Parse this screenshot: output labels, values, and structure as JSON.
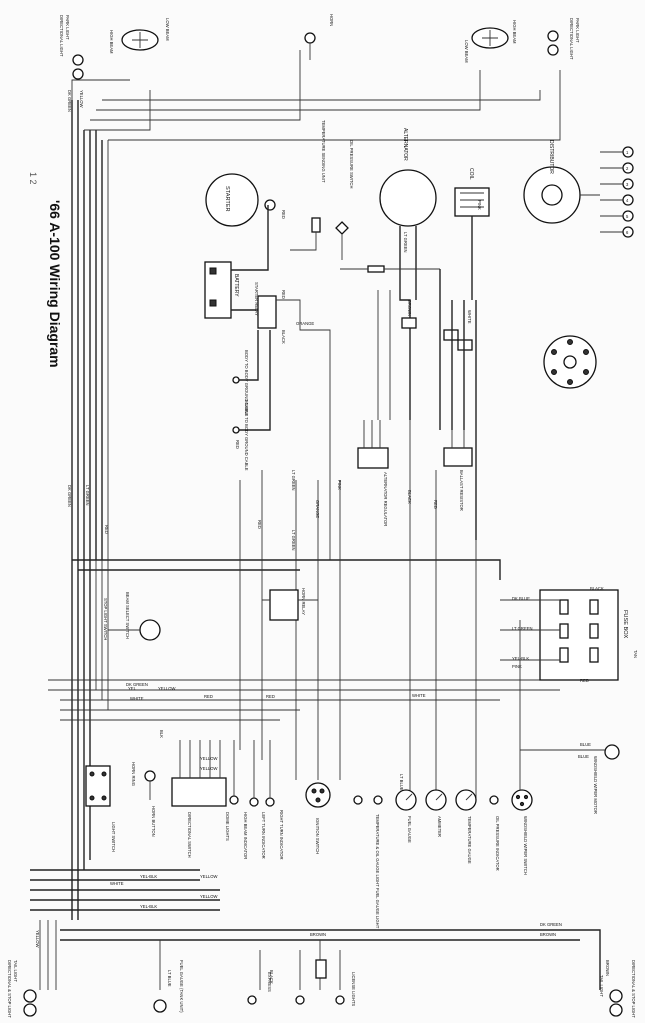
{
  "title": "'66 A-100 Wiring Diagram",
  "corner_mark": "1 2",
  "components": {
    "directional_light": "DIRECTIONAL LIGHT",
    "park_light": "PARK LIGHT",
    "high_beam": "HIGH BEAM",
    "low_beam": "LOW BEAM",
    "horn": "HORN",
    "starter": "STARTER",
    "battery": "BATTERY",
    "starter_relay": "STARTER RELAY",
    "body_ground": "BODY TO BODY GROUND CABLE",
    "engine_ground": "ENGINE TO BODY GROUND CABLE",
    "temp_sending": "TEMPERATURE SENDING UNIT",
    "oil_switch": "OIL PRESSURE SWITCH",
    "alternator": "ALTERNATOR",
    "coil": "COIL",
    "distributor": "DISTRIBUTOR",
    "alt_regulator": "ALTERNATOR REGULATOR",
    "ballast_resistor": "BALLAST RESISTOR",
    "horn_relay": "HORN RELAY",
    "fuse_box": "FUSE BOX",
    "beam_select_switch": "BEAM SELECT SWITCH",
    "stop_light_switch": "STOP LIGHT SWITCH",
    "horn_ring": "HORN RING",
    "horn_button": "HORN BUTTON",
    "light_switch": "LIGHT SWITCH",
    "directional_switch": "DIRECTIONAL SWITCH",
    "dome_lights": "DOME LIGHTS",
    "high_beam_indicator": "HIGH BEAM INDICATOR",
    "left_turn_indicator": "LEFT TURN INDICATOR",
    "right_turn_indicator": "RIGHT TURN INDICATOR",
    "ignition_switch": "IGNITION SWITCH",
    "temp_fuel_gauge_light": "TEMPERATURE & OIL GAUGE LIGHT FUEL GAUGE LIGHT",
    "fuel_gauge": "FUEL GAUGE",
    "ammeter": "AMMETER",
    "temp_gauge": "TEMPERATURE GAUGE",
    "oil_indicator": "OIL PRESSURE INDICATOR",
    "wiper_switch": "WINDSHIELD WIPER SWITCH",
    "wiper_motor": "WINDSHIELD WIPER MOTOR",
    "tail_light": "TAIL LIGHT",
    "stop_light": "DIRECTIONAL & STOP LIGHT",
    "fuel_gauge_tank": "FUEL GAUGE (TANK UNIT)",
    "license_lights": "LICENSE LIGHTS",
    "express": "EXPRESS",
    "cargo_light": "CARGO LIGHTS"
  },
  "wire_colors": {
    "red": "RED",
    "black": "BLACK",
    "blk": "BLK",
    "yellow": "YELLOW",
    "white": "WHITE",
    "pink": "PINK",
    "brown": "BROWN",
    "orange": "ORANGE",
    "blue": "BLUE",
    "lt_green": "LT GREEN",
    "dk_green": "DK GREEN",
    "lt_blue": "LT BLUE",
    "dk_blue": "DK BLUE",
    "yel_blk": "YEL-BLK",
    "tan": "TAN",
    "yel": "YEL"
  },
  "distributor_terminals": [
    "1",
    "2",
    "3",
    "4",
    "5",
    "6"
  ]
}
